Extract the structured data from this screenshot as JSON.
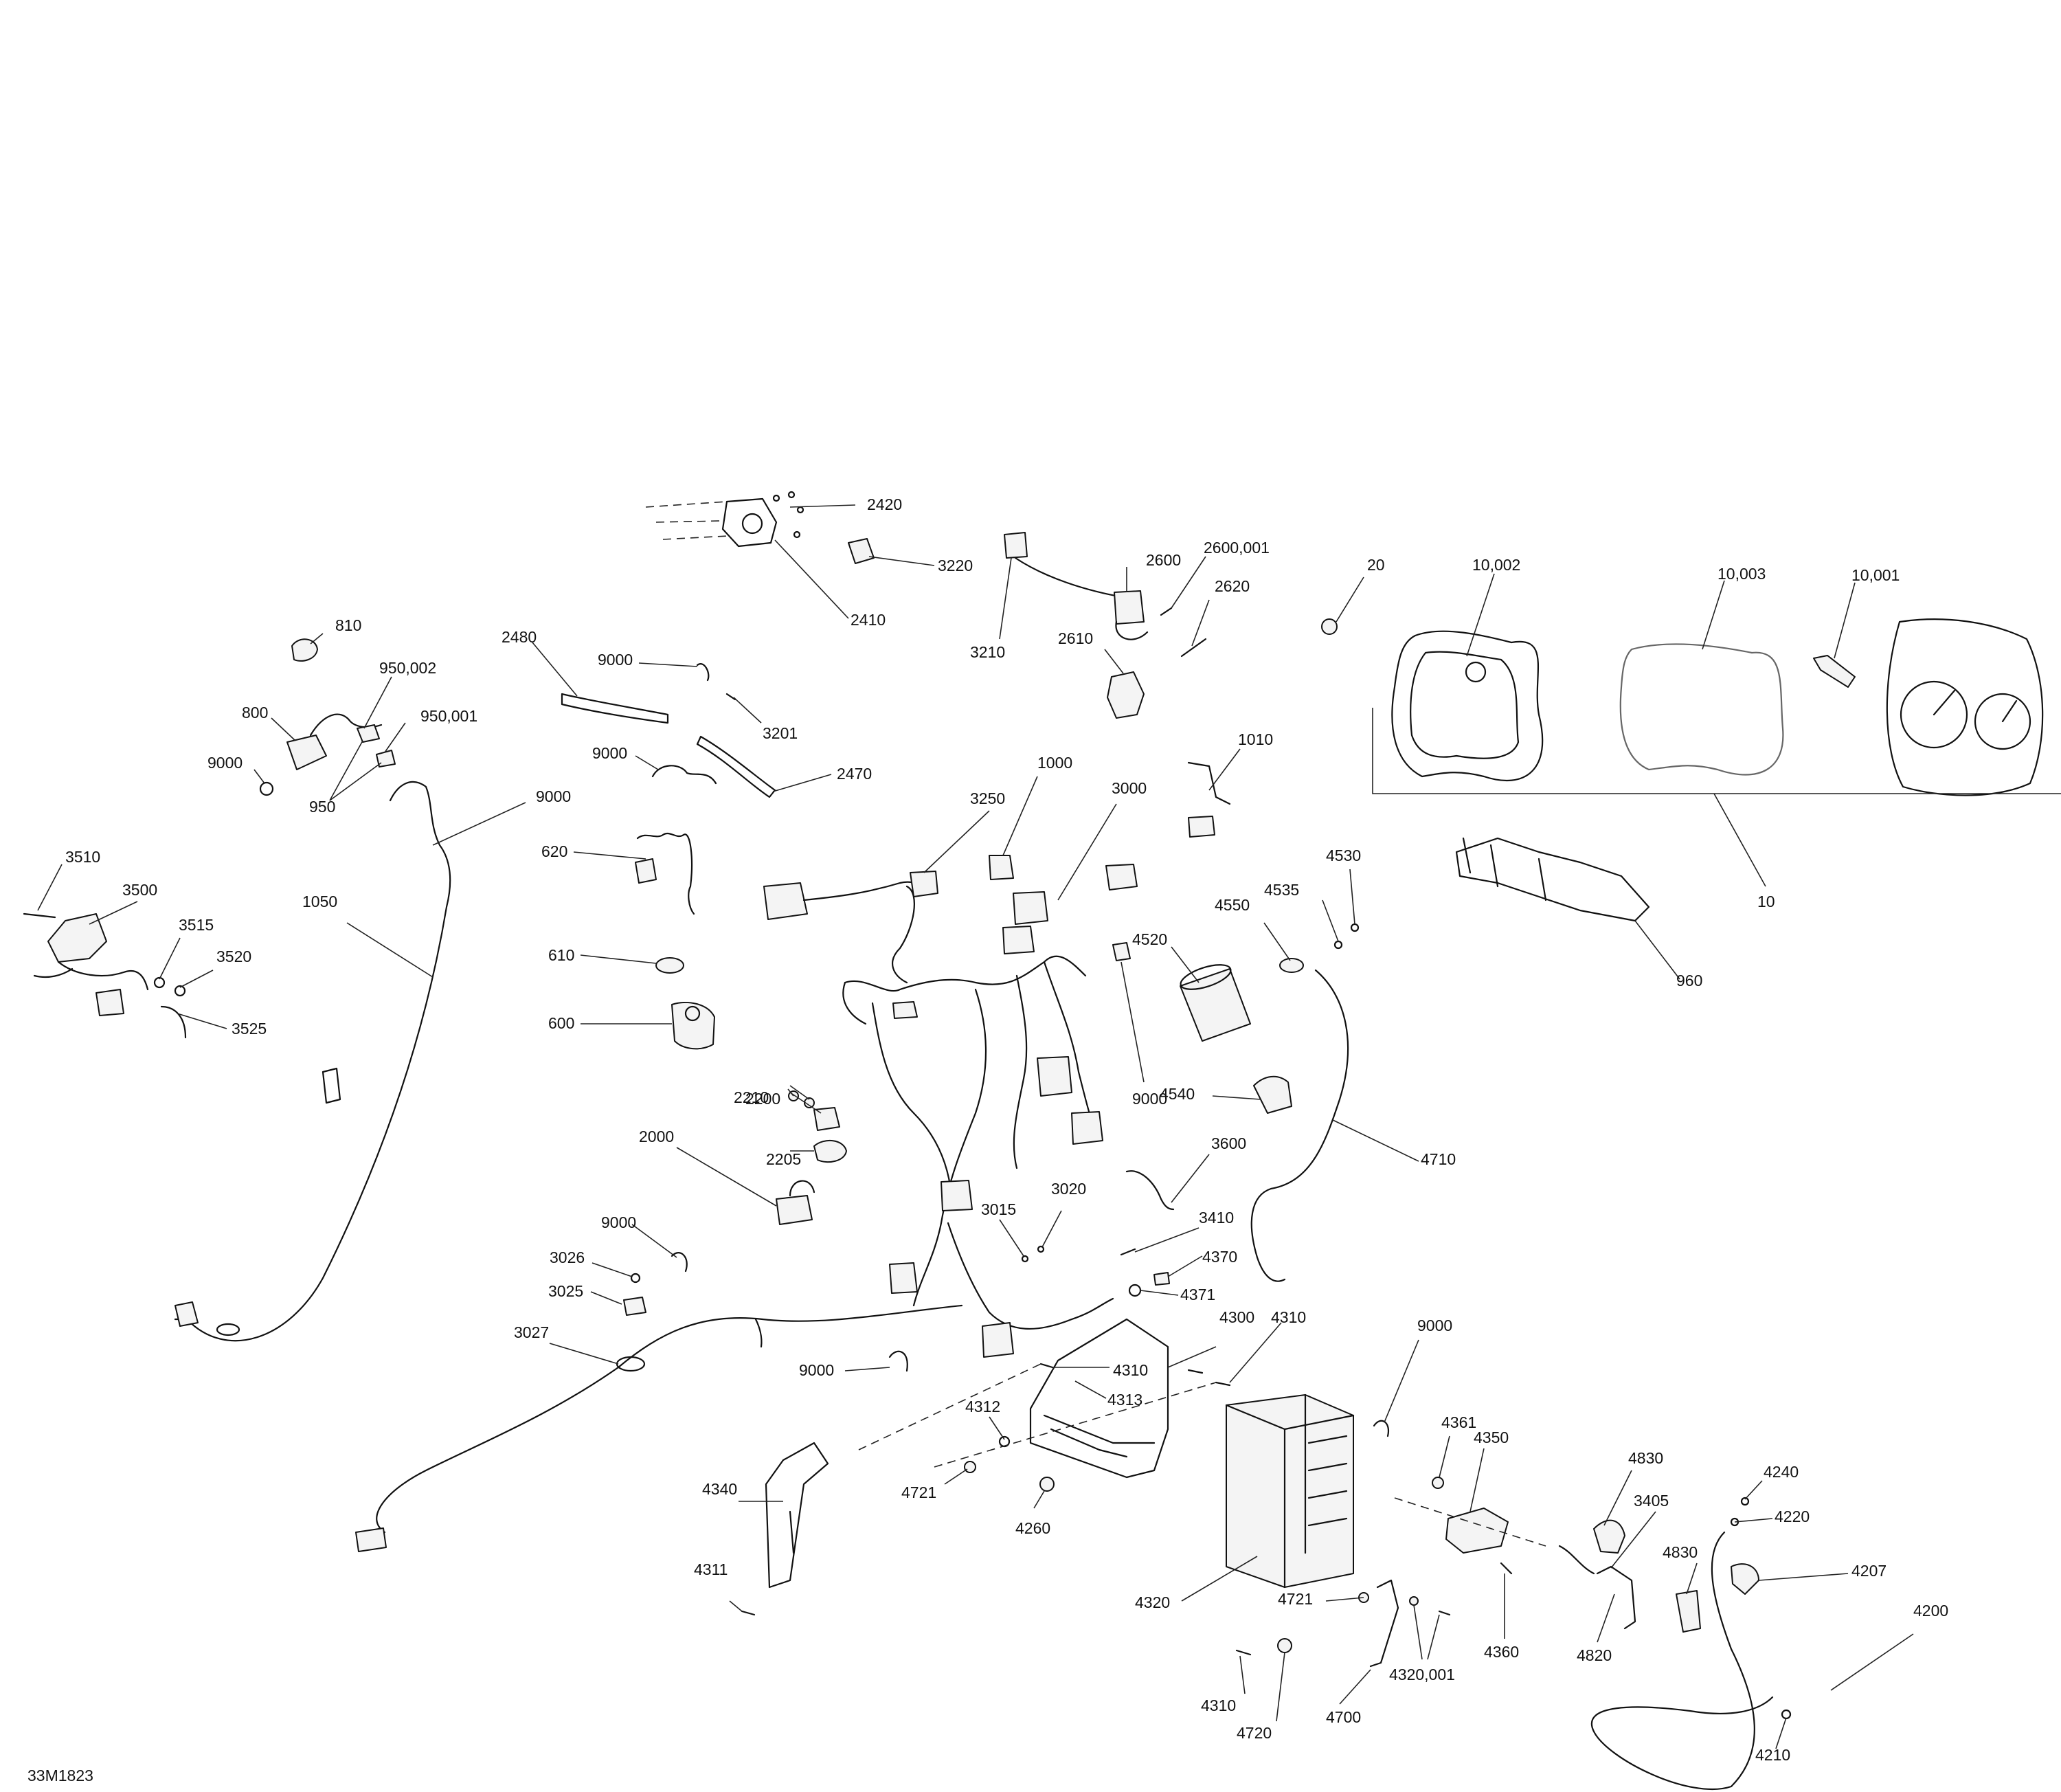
{
  "figure_code": "33M1823",
  "callouts": {
    "c2420": "2420",
    "c3220": "3220",
    "c2410": "2410",
    "c2600": "2600",
    "c2600_001": "2600,001",
    "c2620": "2620",
    "c3210": "3210",
    "c2610": "2610",
    "c20": "20",
    "c10_002": "10,002",
    "c10_003": "10,003",
    "c10_001": "10,001",
    "c10": "10",
    "c810": "810",
    "c950_002": "950,002",
    "c800": "800",
    "c950_001": "950,001",
    "c9000_a": "9000",
    "c950": "950",
    "c2480": "2480",
    "c9000_b": "9000",
    "c3201": "3201",
    "c9000_c": "9000",
    "c2470": "2470",
    "c9000_d": "9000",
    "c1000": "1000",
    "c3000": "3000",
    "c1010": "1010",
    "c3250": "3250",
    "c3510": "3510",
    "c3500": "3500",
    "c3515": "3515",
    "c3520": "3520",
    "c3525": "3525",
    "c1050": "1050",
    "c620": "620",
    "c610": "610",
    "c600": "600",
    "c4535": "4535",
    "c4530": "4530",
    "c4550": "4550",
    "c4520": "4520",
    "c9000_e": "9000",
    "c4540": "4540",
    "c4710": "4710",
    "c960": "960",
    "c2210": "2210",
    "c2200": "2200",
    "c2205": "2205",
    "c2000": "2000",
    "c3600": "3600",
    "c3015": "3015",
    "c3020": "3020",
    "c3410": "3410",
    "c4370": "4370",
    "c4371": "4371",
    "c9000_f": "9000",
    "c3026": "3026",
    "c3025": "3025",
    "c3027": "3027",
    "c4300": "4300",
    "c4310_a": "4310",
    "c4310_b": "4310",
    "c4313": "4313",
    "c9000_g": "9000",
    "c9000_h": "9000",
    "c4312": "4312",
    "c4721_a": "4721",
    "c4260": "4260",
    "c4340": "4340",
    "c4311": "4311",
    "c4361": "4361",
    "c4350": "4350",
    "c4830_a": "4830",
    "c3405": "3405",
    "c4240": "4240",
    "c4220": "4220",
    "c4830_b": "4830",
    "c4207": "4207",
    "c4200": "4200",
    "c4320": "4320",
    "c4721_b": "4721",
    "c4360": "4360",
    "c4820": "4820",
    "c4310_c": "4310",
    "c4720": "4720",
    "c4700": "4700",
    "c4320_001": "4320,001",
    "c4210": "4210"
  }
}
